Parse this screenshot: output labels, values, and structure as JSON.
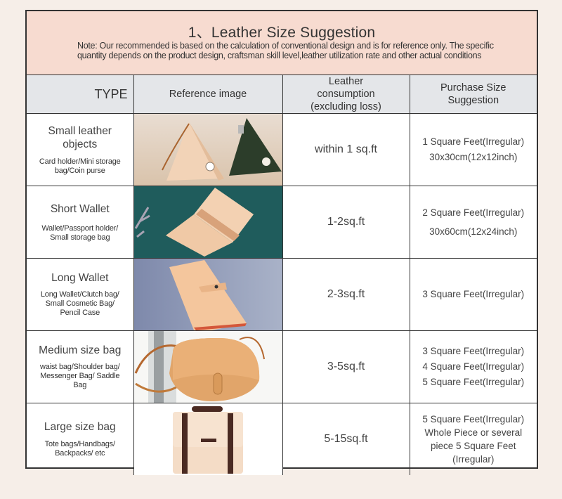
{
  "header": {
    "title": "1、Leather Size Suggestion",
    "note": "Note: Our recommended is based on the calculation of conventional design and is for reference only. The specific quantity depends on the product design, craftsman skill level,leather utilization rate and other actual conditions"
  },
  "table": {
    "columns": [
      "TYPE",
      "Reference image",
      "Leather consumption (excluding loss)",
      "Purchase Size Suggestion"
    ],
    "rows": [
      {
        "type": "Small leather objects",
        "examples": "Card holder/Mini storage bag/Coin purse",
        "image": "triangle-coin-purses",
        "consumption": "within 1 sq.ft",
        "purchase": [
          "1 Square Feet(Irregular)",
          "30x30cm(12x12inch)"
        ]
      },
      {
        "type": "Short Wallet",
        "examples": "Wallet/Passport holder/ Small storage bag",
        "image": "bifold-card-wallet",
        "consumption": "1-2sq.ft",
        "purchase": [
          "2 Square Feet(Irregular)",
          "30x60cm(12x24inch)"
        ]
      },
      {
        "type": "Long Wallet",
        "examples": "Long Wallet/Clutch bag/ Small Cosmetic Bag/ Pencil Case",
        "image": "long-wallet",
        "consumption": "2-3sq.ft",
        "purchase": [
          "3 Square Feet(Irregular)"
        ]
      },
      {
        "type": "Medium size bag",
        "examples": "waist bag/Shoulder bag/ Messenger Bag/ Saddle Bag",
        "image": "saddle-bag",
        "consumption": "3-5sq.ft",
        "purchase": [
          "3 Square Feet(Irregular)",
          "4 Square Feet(Irregular)",
          "5 Square Feet(Irregular)"
        ]
      },
      {
        "type": "Large size bag",
        "examples": "Tote bags/Handbags/ Backpacks/ etc",
        "image": "satchel-briefcase",
        "consumption": "5-15sq.ft",
        "purchase": [
          "5 Square Feet(Irregular)",
          "Whole Piece or several",
          "piece 5 Square Feet",
          "(Irregular)"
        ]
      }
    ]
  },
  "colors": {
    "page_bg": "#f6eee8",
    "title_band": "#f7dbd0",
    "header_row": "#e4e6e9",
    "border": "#333333"
  }
}
